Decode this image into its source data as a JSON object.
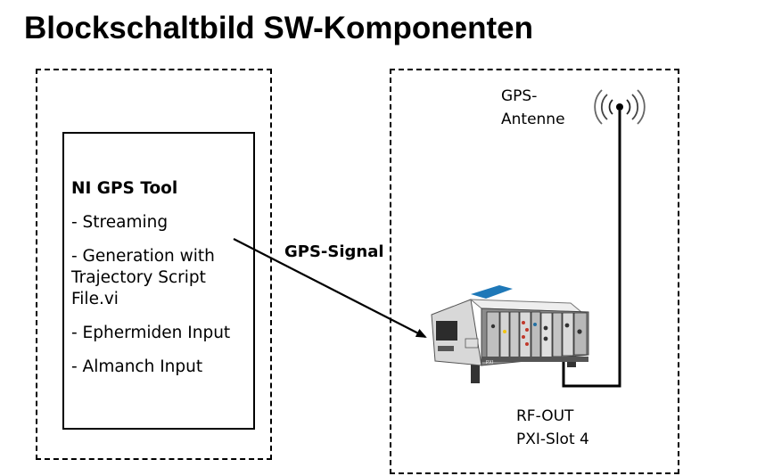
{
  "title": "Blockschaltbild SW-Komponenten",
  "tool": {
    "heading": "NI GPS Tool",
    "items": [
      "- Streaming",
      "- Generation with Trajectory Script File.vi",
      "- Ephermiden Input",
      "- Almanch Input"
    ]
  },
  "signal_label": "GPS-Signal",
  "antenna": {
    "label_line1": "GPS-",
    "label_line2": "Antenne",
    "icon": "antenna-icon"
  },
  "output": {
    "line1": "RF-OUT",
    "line2": "PXI-Slot 4"
  },
  "device": {
    "icon": "pxi-chassis-image",
    "brand": "PXI"
  }
}
